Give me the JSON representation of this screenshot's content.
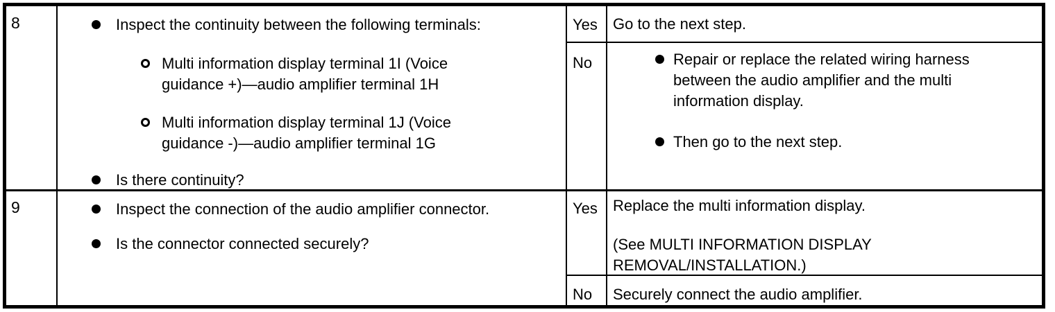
{
  "colors": {
    "background": "#ffffff",
    "border": "#000000",
    "text": "#000000"
  },
  "table": {
    "steps": [
      {
        "number": "8",
        "inspection": {
          "main": "Inspect the continuity between the following terminals:",
          "subs": [
            "Multi information display terminal 1I (Voice guidance +)—audio amplifier terminal 1H",
            "Multi information display terminal 1J (Voice guidance -)—audio amplifier terminal 1G"
          ],
          "question": "Is there continuity?"
        },
        "yes_label": "Yes",
        "yes_action": "Go to the next step.",
        "no_label": "No",
        "no_actions": [
          "Repair or replace the related wiring harness between the audio amplifier and the multi information display.",
          "Then go to the next step."
        ]
      },
      {
        "number": "9",
        "inspection": {
          "main": "Inspect the connection of the audio amplifier connector.",
          "question": "Is the connector connected securely?"
        },
        "yes_label": "Yes",
        "yes_action_paragraphs": [
          "Replace the multi information display.",
          "(See MULTI INFORMATION DISPLAY REMOVAL/INSTALLATION.)"
        ],
        "no_label": "No",
        "no_action": "Securely connect the audio amplifier."
      }
    ]
  }
}
